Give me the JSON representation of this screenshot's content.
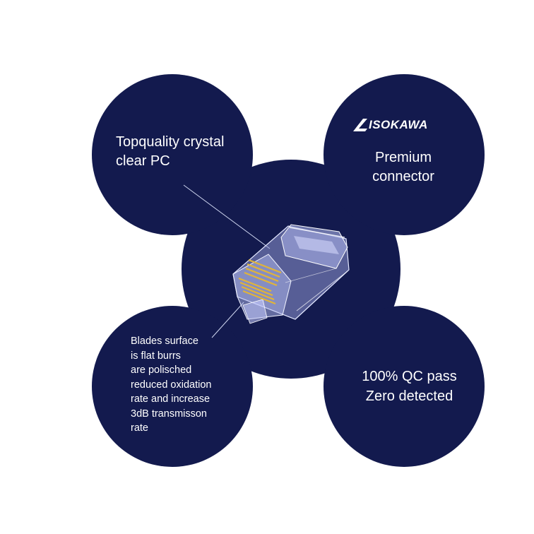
{
  "circles": {
    "top_left": {
      "lines": [
        "Topquality crystal",
        "clear PC"
      ]
    },
    "top_right": {
      "logo_text": "ISOKAWA",
      "lines": [
        "Premium",
        "connector"
      ]
    },
    "bottom_left": {
      "lines": [
        "Blades surface",
        "is flat burrs",
        "are polisched",
        "reduced oxidation",
        "rate and increase",
        "3dB transmisson",
        "rate"
      ]
    },
    "bottom_right": {
      "lines": [
        "100% QC pass",
        "Zero detected"
      ]
    }
  },
  "colors": {
    "circle_fill": "#131a4e",
    "text": "#ffffff",
    "background": "#ffffff"
  },
  "product_image": "rj45-connector-icon"
}
